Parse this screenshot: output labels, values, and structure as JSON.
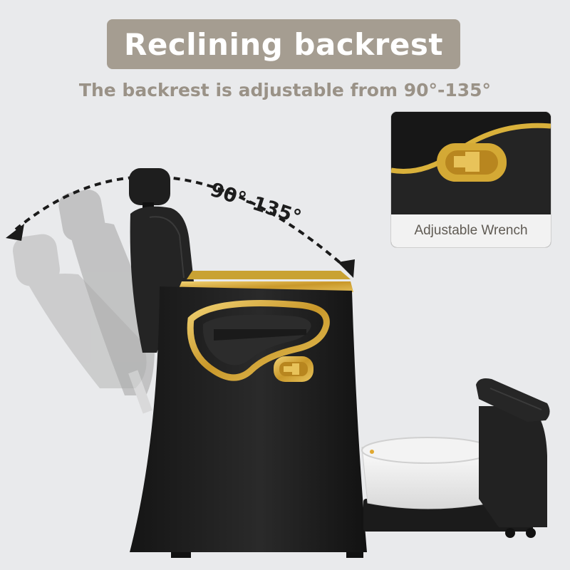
{
  "header": {
    "title": "Reclining backrest",
    "subtitle": "The backrest is adjustable from 90°-135°"
  },
  "angle": {
    "label": "90°-135°",
    "min_degrees": 90,
    "max_degrees": 135
  },
  "inset": {
    "caption": "Adjustable Wrench"
  },
  "colors": {
    "background": "#e9eaec",
    "banner": "#a59d91",
    "subtitle_text": "#9a9287",
    "chair_body": "#1c1c1c",
    "gold_trim": "#d9b13b",
    "basin": "#ffffff",
    "ghost_chair": "#b9b9b9"
  },
  "icons": {
    "arc_arrow": "double-headed-dashed-arc-arrow-icon",
    "wrench": "adjustable-wrench-icon"
  }
}
